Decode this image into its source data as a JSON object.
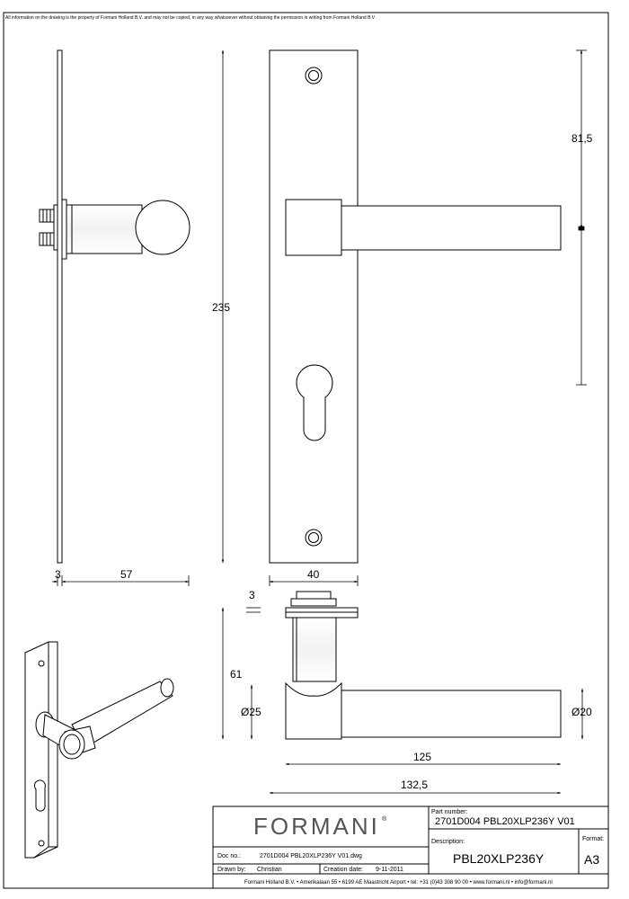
{
  "drawing": {
    "notice": "All information on the drawing is the property of Formani Holland B.V. and may not be copied, in any way whatsoever without obtaining the permission in writing from Formani Holland B.V",
    "dimensions": {
      "plate_height": "235",
      "plate_thickness": "3",
      "handle_projection": "57",
      "plate_width": "40",
      "handle_center_offset": "81,5",
      "base_thickness": "3",
      "handle_height": "61",
      "rose_diameter": "Ø25",
      "lever_diameter": "Ø20",
      "lever_length": "125",
      "overall_length": "132,5"
    }
  },
  "title_block": {
    "brand": "FORMANI",
    "brand_mark": "®",
    "doc_no_label": "Doc no.:",
    "doc_no": "2701D004 PBL20XLP236Y V01.dwg",
    "drawn_by_label": "Drawn by:",
    "drawn_by": "Christian",
    "creation_date_label": "Creation date:",
    "creation_date": "9-11-2011",
    "part_number_label": "Part number:",
    "part_number": "2701D004 PBL20XLP236Y V01",
    "description_label": "Description:",
    "description": "PBL20XLP236Y",
    "format_label": "Format:",
    "format": "A3",
    "company_line": "Formani Holland B.V.  •  Amerikalaan 55  •  6199 AE Maastricht Airport  •  tel: +31 (0)43 308 90 00  •  www.formani.nl  •  info@formani.nl"
  }
}
